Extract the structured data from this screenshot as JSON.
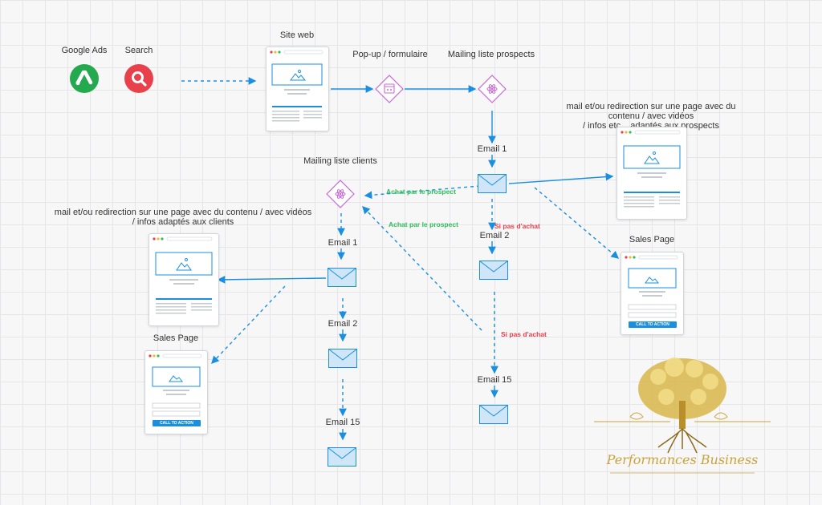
{
  "sources": {
    "google_ads": "Google Ads",
    "search": "Search"
  },
  "nodes": {
    "site_web": "Site web",
    "popup": "Pop-up / formulaire",
    "mailing_prospects": "Mailing liste prospects",
    "mailing_clients": "Mailing liste clients",
    "email1_prospect": "Email 1",
    "email2_prospect": "Email 2",
    "email15_prospect": "Email 15",
    "email1_client": "Email 1",
    "email2_client": "Email 2",
    "email15_client": "Email 15",
    "sales_page_right": "Sales Page",
    "sales_page_left": "Sales Page"
  },
  "notes": {
    "prospects": "mail et/ou redirection sur une page avec du contenu / avec vidéos\n/ infos etc... adaptés aux prospects",
    "clients": "mail et/ou redirection sur une page avec du contenu / avec vidéos\n/ infos adaptés aux clients"
  },
  "edges": {
    "achat_1": "Achat par le prospect",
    "achat_2": "Achat par le prospect",
    "si_pas_1": "Si pas d'achat",
    "si_pas_2": "Si pas d'achat"
  },
  "cta": {
    "right": "CALL TO ACTION",
    "left": "CALL TO ACTION"
  },
  "logo": {
    "text": "Performances Business"
  },
  "colors": {
    "arrow": "#1a8fdf",
    "green": "#2ebd59",
    "red": "#e8414b",
    "google": "#25a94f",
    "search": "#e8414b",
    "node": "#c96ad8",
    "gold": "#c9a33a"
  }
}
